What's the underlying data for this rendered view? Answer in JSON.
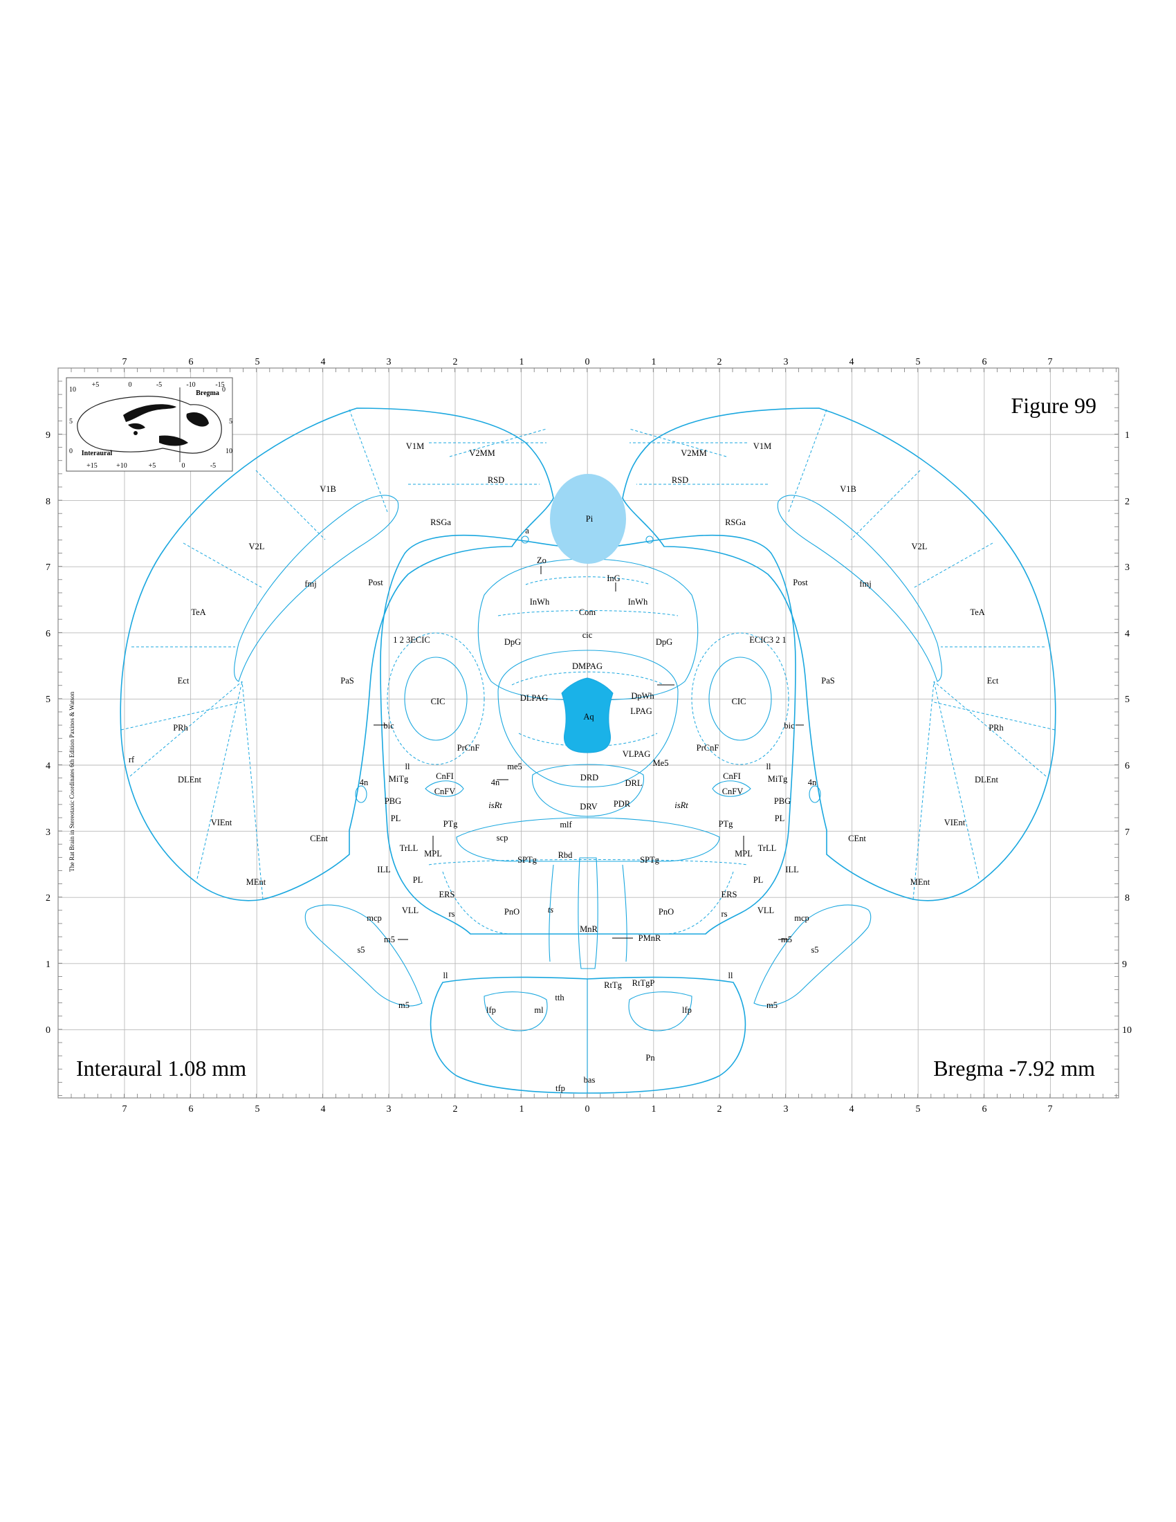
{
  "figure_label": "Figure 99",
  "interaural_label": "Interaural 1.08 mm",
  "bregma_label": "Bregma -7.92 mm",
  "side_credit": "The Rat Brain in Stereotaxic Coordinates 6th Edition Paxinos & Watson",
  "axis": {
    "top_ticks": [
      "7",
      "6",
      "5",
      "4",
      "3",
      "2",
      "1",
      "0",
      "1",
      "2",
      "3",
      "4",
      "5",
      "6",
      "7"
    ],
    "bottom_ticks": [
      "7",
      "6",
      "5",
      "4",
      "3",
      "2",
      "1",
      "0",
      "1",
      "2",
      "3",
      "4",
      "5",
      "6",
      "7"
    ],
    "left_ticks": [
      "9",
      "8",
      "7",
      "6",
      "5",
      "4",
      "3",
      "2",
      "1",
      "0"
    ],
    "right_ticks": [
      "1",
      "2",
      "3",
      "4",
      "5",
      "6",
      "7",
      "8",
      "9",
      "10"
    ]
  },
  "inset": {
    "top_ticks": [
      "+5",
      "0",
      "-5",
      "-10",
      "-15"
    ],
    "bottom_ticks": [
      "+15",
      "+10",
      "+5",
      "0",
      "-5"
    ],
    "left_ticks": [
      "10",
      "5",
      "0"
    ],
    "right_ticks": [
      "0",
      "5",
      "10"
    ],
    "bregma": "Bregma",
    "interaural": "Interaural"
  },
  "highlight_colors": {
    "pineal": "#9dd8f5",
    "aqueduct": "#1ab2e8",
    "line": "#1aa7df"
  },
  "structures": {
    "V1M_l": "V1M",
    "V1M_r": "V1M",
    "V2MM_l": "V2MM",
    "V2MM_r": "V2MM",
    "RSD_l": "RSD",
    "RSD_r": "RSD",
    "V1B_l": "V1B",
    "V1B_r": "V1B",
    "RSGa_l": "RSGa",
    "RSGa_r": "RSGa",
    "Pi": "Pi",
    "a": "a",
    "Zo": "Zo",
    "V2L_l": "V2L",
    "V2L_r": "V2L",
    "fmj_l": "fmj",
    "fmj_r": "fmj",
    "Post_l": "Post",
    "Post_r": "Post",
    "InG": "InG",
    "InWh_l": "InWh",
    "InWh_r": "InWh",
    "Com": "Com",
    "cic": "cic",
    "TeA_l": "TeA",
    "TeA_r": "TeA",
    "ECIC_l": "1  2  3ECIC",
    "ECIC_r": "ECIC3  2  1",
    "DpG_l": "DpG",
    "DpG_r": "DpG",
    "DMPAG": "DMPAG",
    "Ect_l": "Ect",
    "Ect_r": "Ect",
    "PaS_l": "PaS",
    "PaS_r": "PaS",
    "CIC_l": "CIC",
    "CIC_r": "CIC",
    "DLPAG": "DLPAG",
    "DpWh": "DpWh",
    "LPAG": "LPAG",
    "Aq": "Aq",
    "PRh_l": "PRh",
    "PRh_r": "PRh",
    "bic_l": "bic",
    "bic_r": "bic",
    "rf": "rf",
    "PrCnF_l": "PrCnF",
    "PrCnF_r": "PrCnF",
    "VLPAG": "VLPAG",
    "me5": "me5",
    "Me5": "Me5",
    "DLEnt_l": "DLEnt",
    "DLEnt_r": "DLEnt",
    "ll_l": "ll",
    "ll_r": "ll",
    "MiTg_l": "MiTg",
    "MiTg_r": "MiTg",
    "CnFI_l": "CnFI",
    "CnFI_r": "CnFI",
    "fourN_l": "4n",
    "fourN_r": "4n",
    "fourN_c": "4n",
    "DRD": "DRD",
    "DRL": "DRL",
    "CnFV_l": "CnFV",
    "CnFV_r": "CnFV",
    "isRt_l": "isRt",
    "isRt_r": "isRt",
    "PBG_l": "PBG",
    "PBG_r": "PBG",
    "DRV": "DRV",
    "PDR": "PDR",
    "PL_l": "PL",
    "PL_r": "PL",
    "VIEnt_l": "VIEnt",
    "VIEnt_r": "VIEnt",
    "PTg_l": "PTg",
    "PTg_r": "PTg",
    "mlf": "mlf",
    "scp": "scp",
    "CEnt_l": "CEnt",
    "CEnt_r": "CEnt",
    "TrLL_l": "TrLL",
    "TrLL_r": "TrLL",
    "MPL_l": "MPL",
    "MPL_r": "MPL",
    "SPTg_l": "SPTg",
    "SPTg_r": "SPTg",
    "Rbd": "Rbd",
    "ILL_l": "ILL",
    "ILL_r": "ILL",
    "PL2_l": "PL",
    "PL2_r": "PL",
    "MEnt_l": "MEnt",
    "MEnt_r": "MEnt",
    "ERS_l": "ERS",
    "ERS_r": "ERS",
    "VLL_l": "VLL",
    "VLL_r": "VLL",
    "rs_l": "rs",
    "rs_r": "rs",
    "PnO_l": "PnO",
    "PnO_r": "PnO",
    "ts": "ts",
    "mcp_l": "mcp",
    "mcp_r": "mcp",
    "MnR": "MnR",
    "PMnR": "PMnR",
    "m5_l": "m5",
    "m5_r": "m5",
    "s5_l": "s5",
    "s5_r": "s5",
    "ll2_l": "ll",
    "ll2_r": "ll",
    "RtTg": "RtTg",
    "RtTgP": "RtTgP",
    "tth": "tth",
    "m5b_l": "m5",
    "m5b_r": "m5",
    "lfp_l": "lfp",
    "lfp_r": "lfp",
    "ml": "ml",
    "Pn": "Pn",
    "bas": "bas",
    "tfp": "tfp"
  }
}
